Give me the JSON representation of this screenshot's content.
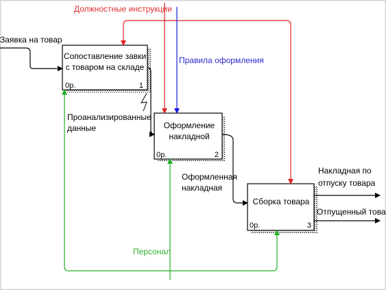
{
  "colors": {
    "control_red": "#e02020",
    "mechanism_green": "#20b020",
    "control_blue": "#1a1ad8",
    "flow_black": "#000000",
    "frame": "#d4d4d4"
  },
  "activities": [
    {
      "title_lines": [
        "Сопоставление завки",
        "с товаром на складе"
      ],
      "op": "0р.",
      "number": "1"
    },
    {
      "title_lines": [
        "Оформление",
        "накладной"
      ],
      "op": "0р.",
      "number": "2"
    },
    {
      "title_lines": [
        "Сборка товара"
      ],
      "op": "0р.",
      "number": "3"
    }
  ],
  "arrows": {
    "input_request": "Заявка на товар",
    "control_instructions": "Должностные инструкции",
    "control_rules": "Правила оформления",
    "analyzed_data": [
      "Проанализированные",
      "данные"
    ],
    "prepared_invoice": [
      "Оформленная",
      "накладная"
    ],
    "output_invoice": [
      "Накладная по",
      "отпуску товара"
    ],
    "output_goods": "Отпущенный товар",
    "mechanism_staff": "Персонал"
  }
}
